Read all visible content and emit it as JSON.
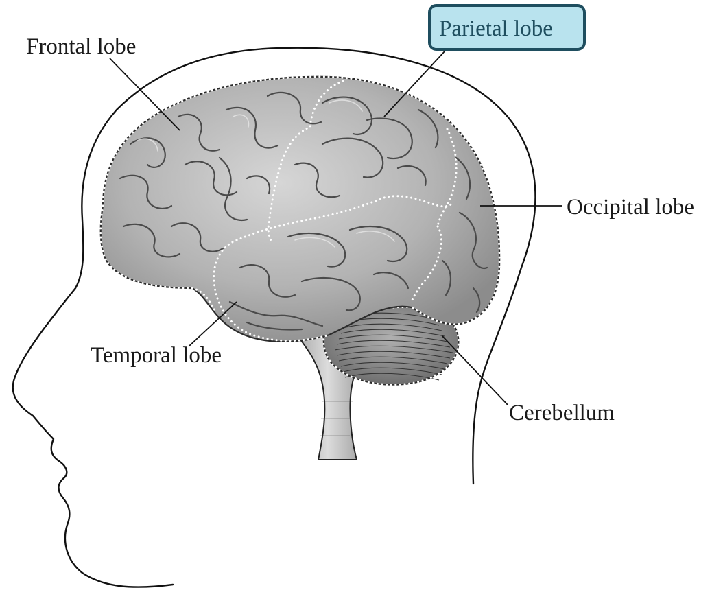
{
  "labels": {
    "frontal": "Frontal lobe",
    "parietal": "Parietal lobe",
    "occipital": "Occipital lobe",
    "temporal": "Temporal lobe",
    "cerebellum": "Cerebellum"
  },
  "highlighted_label": "parietal",
  "colors": {
    "highlight_fill": "#b9e3ee",
    "highlight_border": "#1f4e5f",
    "brain_fill": "#a9a9a9",
    "lobe_border": "#ffffff"
  }
}
